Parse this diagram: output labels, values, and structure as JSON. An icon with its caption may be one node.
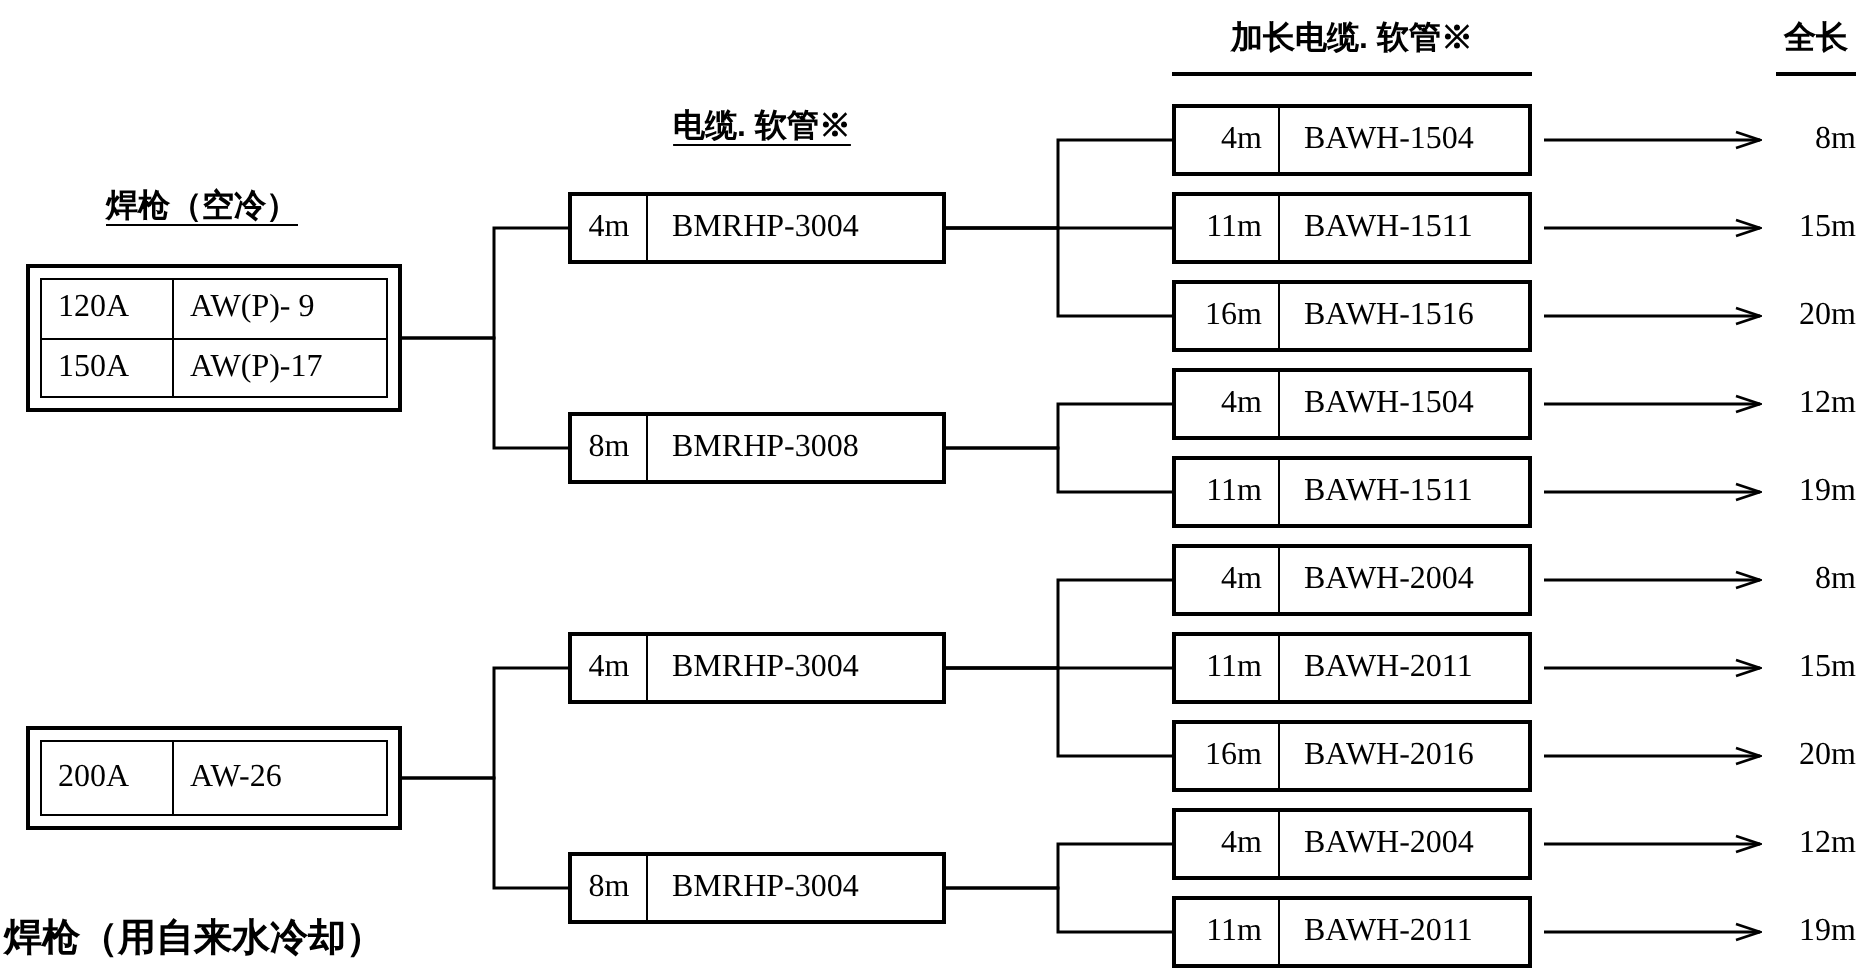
{
  "diagram": {
    "nodes": [
      {
        "text": [
          "120A",
          "AW(P)- 9",
          "150A",
          "AW(P)-17"
        ]
      },
      {
        "text": [
          "4m",
          "BMRHP-3004"
        ]
      },
      {
        "text": [
          "8m",
          "BMRHP-3008"
        ]
      },
      {
        "text": [
          "4m",
          "BAWH-1504"
        ]
      },
      {
        "text": [
          "11m",
          "BAWH-1511"
        ]
      },
      {
        "text": [
          "16m",
          "BAWH-1516"
        ]
      },
      {
        "text": [
          "4m",
          "BAWH-1504"
        ]
      },
      {
        "text": [
          "11m",
          "BAWH-1511"
        ]
      },
      {
        "text": [
          "8m"
        ]
      },
      {
        "text": [
          "15m"
        ]
      },
      {
        "text": [
          "20m"
        ]
      },
      {
        "text": [
          "12m"
        ]
      },
      {
        "text": [
          "19m"
        ]
      },
      {
        "text": [
          "200A",
          "AW-26"
        ]
      },
      {
        "text": [
          "4m",
          "BMRHP-3004"
        ]
      },
      {
        "text": [
          "8m",
          "BMRHP-3004"
        ]
      },
      {
        "text": [
          "4m",
          "BAWH-2004"
        ]
      },
      {
        "text": [
          "11m",
          "BAWH-2011"
        ]
      },
      {
        "text": [
          "16m",
          "BAWH-2016"
        ]
      },
      {
        "text": [
          "4m",
          "BAWH-2004"
        ]
      },
      {
        "text": [
          "11m",
          "BAWH-2011"
        ]
      },
      {
        "text": [
          "8m"
        ]
      },
      {
        "text": [
          "15m"
        ]
      },
      {
        "text": [
          "20m"
        ]
      },
      {
        "text": [
          "12m"
        ]
      },
      {
        "text": [
          "19m"
        ]
      }
    ],
    "edges": [
      {
        "from": 0,
        "to": 1,
        "arrow": "none"
      },
      {
        "from": 0,
        "to": 2,
        "arrow": "none"
      },
      {
        "from": 1,
        "to": 3,
        "arrow": "none"
      },
      {
        "from": 1,
        "to": 4,
        "arrow": "none"
      },
      {
        "from": 1,
        "to": 5,
        "arrow": "none"
      },
      {
        "from": 2,
        "to": 6,
        "arrow": "none"
      },
      {
        "from": 2,
        "to": 7,
        "arrow": "none"
      },
      {
        "from": 3,
        "to": 8,
        "arrow": "to"
      },
      {
        "from": 4,
        "to": 9,
        "arrow": "to"
      },
      {
        "from": 5,
        "to": 10,
        "arrow": "to"
      },
      {
        "from": 6,
        "to": 11,
        "arrow": "to"
      },
      {
        "from": 7,
        "to": 12,
        "arrow": "to"
      },
      {
        "from": 13,
        "to": 14,
        "arrow": "none"
      },
      {
        "from": 13,
        "to": 15,
        "arrow": "none"
      },
      {
        "from": 14,
        "to": 16,
        "arrow": "none"
      },
      {
        "from": 14,
        "to": 17,
        "arrow": "none"
      },
      {
        "from": 14,
        "to": 18,
        "arrow": "none"
      },
      {
        "from": 15,
        "to": 19,
        "arrow": "none"
      },
      {
        "from": 15,
        "to": 20,
        "arrow": "none"
      },
      {
        "from": 16,
        "to": 21,
        "arrow": "to"
      },
      {
        "from": 17,
        "to": 22,
        "arrow": "to"
      },
      {
        "from": 18,
        "to": 23,
        "arrow": "to"
      },
      {
        "from": 19,
        "to": 24,
        "arrow": "to"
      },
      {
        "from": 20,
        "to": 25,
        "arrow": "to"
      }
    ],
    "labels": [
      "加长电缆. 软管※",
      "全长",
      "电缆. 软管※",
      "焊枪（空冷）",
      "焊枪（用自来水冷却）"
    ]
  }
}
